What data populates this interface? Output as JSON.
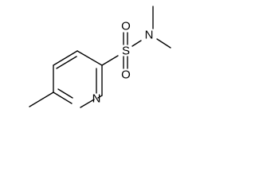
{
  "molecule": {
    "atoms": {
      "nitrogen_ring": "N",
      "sulfur": "S",
      "oxygen_top": "O",
      "oxygen_bottom": "O",
      "nitrogen_amide": "N"
    },
    "colors": {
      "bond": "#000000",
      "label": "#000000",
      "background": "#ffffff"
    }
  }
}
